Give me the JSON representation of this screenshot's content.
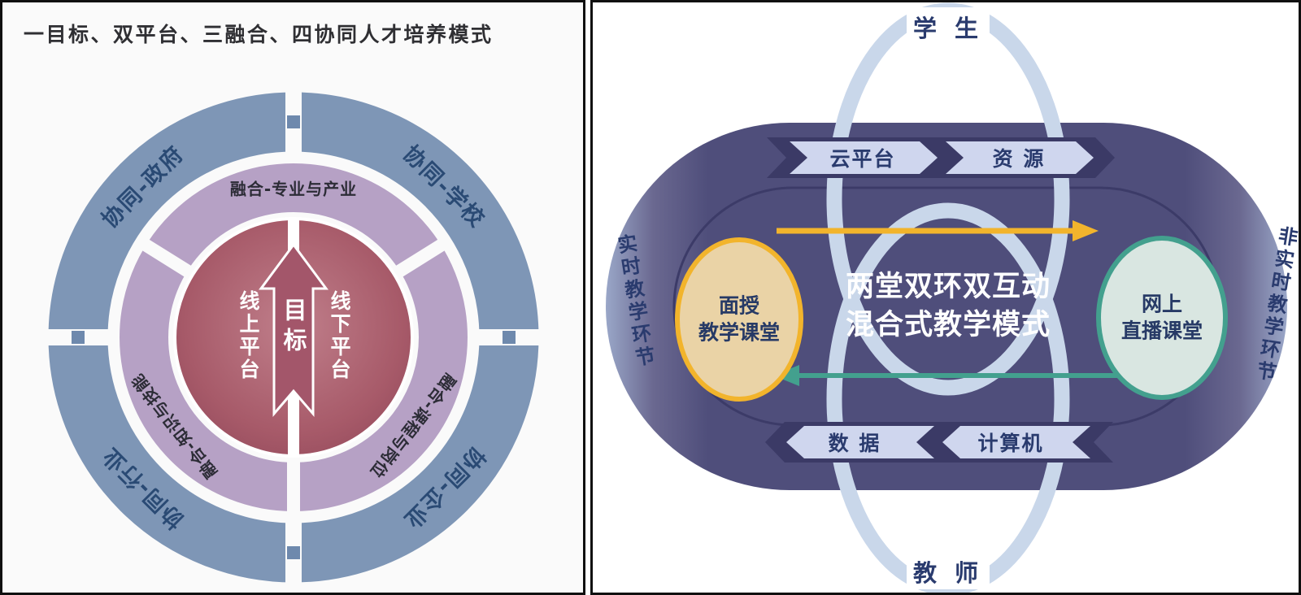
{
  "left_panel": {
    "title": "一目标、双平台、三融合、四协同人才培养模式",
    "outer_labels": {
      "top_left": "协同-政府",
      "top_right": "协同-学校",
      "bottom_left": "协同-行业",
      "bottom_right": "协同-企业"
    },
    "middle_labels": {
      "top": "融合-专业与产业",
      "bottom_left": "融合-知识与技能",
      "bottom_right": "融合-课程与岗位"
    },
    "inner": {
      "left": "线上平台",
      "right": "线下平台",
      "center": "目标"
    },
    "colors": {
      "outer_ring": "#7e96b6",
      "middle_ring": "#b6a1c5",
      "inner_circle": "#a3566a"
    }
  },
  "right_panel": {
    "student_label": "学 生",
    "teacher_label": "教 师",
    "realtime_label": "实时教学环节",
    "non_realtime_label": "非实时教学环节",
    "top_chevrons": [
      "云平台",
      "资 源"
    ],
    "bottom_chevrons": [
      "数 据",
      "计算机"
    ],
    "face_class": {
      "line1": "面授",
      "line2": "教学课堂"
    },
    "online_class": {
      "line1": "网上",
      "line2": "直播课堂"
    },
    "center": {
      "line1": "两堂双环双互动",
      "line2": "混合式教学模式"
    },
    "colors": {
      "stadium": "#4f4e7b",
      "loop": "#c9d7ea",
      "chevron": "#cfd6ee",
      "face_fill": "#ead3a6",
      "face_border": "#f2b42c",
      "online_fill": "#d9e6e1",
      "online_border": "#43a08e",
      "yellow_arrow": "#f2b42c",
      "teal_arrow": "#43a08e"
    }
  }
}
